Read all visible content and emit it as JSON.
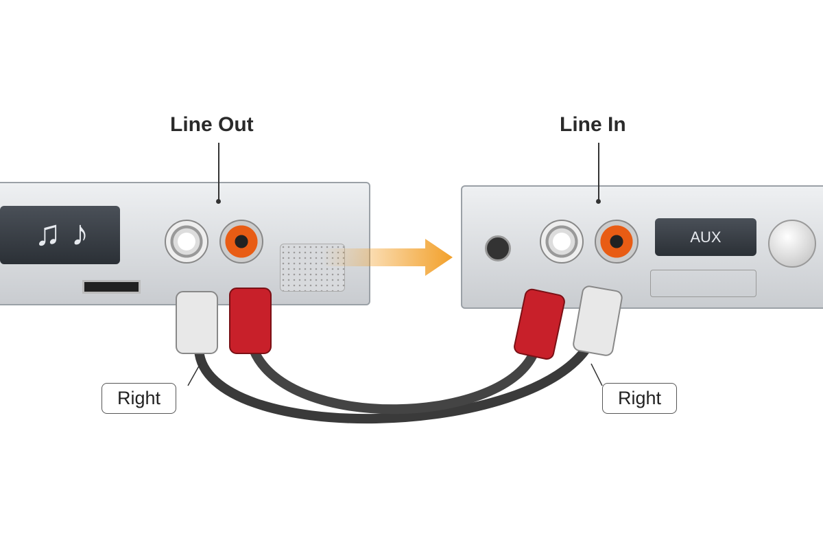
{
  "source": {
    "title": "Line Out",
    "icon": "music-notes-icon"
  },
  "destination": {
    "title": "Line In",
    "display": "AUX"
  },
  "labels": {
    "left_cable": "Right",
    "right_cable": "Right"
  },
  "colors": {
    "arrow": "#f2a02a",
    "red_plug": "#c8202a",
    "white_plug": "#e8e8e8",
    "cable": "#3a3a3a"
  }
}
